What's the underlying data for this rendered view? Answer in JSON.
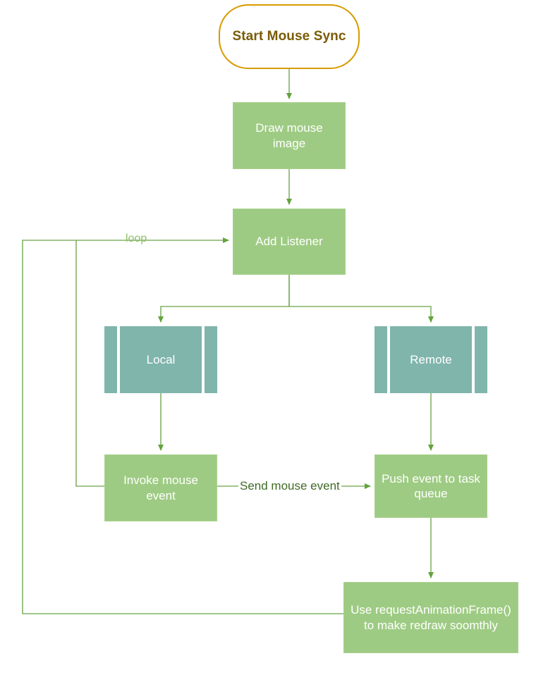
{
  "diagram": {
    "title": "Mouse Sync Flowchart",
    "type": "flowchart",
    "colors": {
      "start_border": "#d79b00",
      "start_text": "#7a5c06",
      "start_fill": "#ffffff",
      "process_fill": "#9ecb83",
      "process_text": "#ffffff",
      "predefined_fill": "#80b5ac",
      "edge_stroke": "#82b366",
      "loop_label_text": "#8cbf6a",
      "send_label_text": "#3f6b26"
    },
    "nodes": [
      {
        "id": "start",
        "label": "Start Mouse Sync",
        "shape": "rounded-terminator"
      },
      {
        "id": "draw",
        "label": "Draw mouse image",
        "shape": "process"
      },
      {
        "id": "listener",
        "label": "Add Listener",
        "shape": "process"
      },
      {
        "id": "local",
        "label": "Local",
        "shape": "predefined-process"
      },
      {
        "id": "remote",
        "label": "Remote",
        "shape": "predefined-process"
      },
      {
        "id": "invoke",
        "label": "Invoke mouse event",
        "shape": "process"
      },
      {
        "id": "push",
        "label": "Push event to task queue",
        "shape": "process"
      },
      {
        "id": "raf",
        "label": "Use requestAnimationFrame() to make redraw soomthly",
        "shape": "process"
      }
    ],
    "edges": [
      {
        "from": "start",
        "to": "draw",
        "label": ""
      },
      {
        "from": "draw",
        "to": "listener",
        "label": ""
      },
      {
        "from": "listener",
        "to": "local",
        "label": ""
      },
      {
        "from": "listener",
        "to": "remote",
        "label": ""
      },
      {
        "from": "local",
        "to": "invoke",
        "label": ""
      },
      {
        "from": "remote",
        "to": "push",
        "label": ""
      },
      {
        "from": "invoke",
        "to": "push",
        "label": "Send mouse event"
      },
      {
        "from": "invoke",
        "to": "listener",
        "label": "loop"
      },
      {
        "from": "push",
        "to": "raf",
        "label": ""
      },
      {
        "from": "raf",
        "to": "listener",
        "label": ""
      }
    ],
    "labels": {
      "loop": "loop",
      "send_mouse_event": "Send mouse event"
    }
  }
}
